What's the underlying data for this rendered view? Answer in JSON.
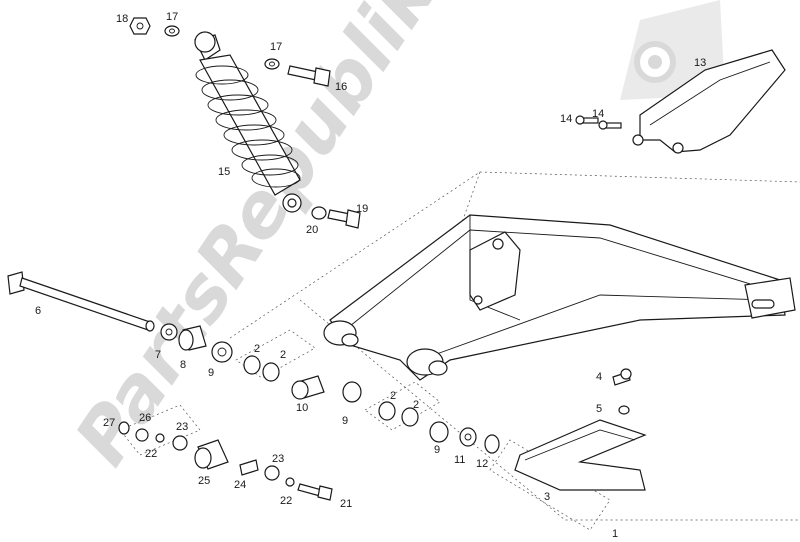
{
  "watermark": {
    "text": "PartsRepublik",
    "color": "#d9d9d9"
  },
  "logo": {
    "icon": "gear-icon",
    "color": "#d9d9d9"
  },
  "callouts": [
    {
      "id": "c18",
      "text": "18"
    },
    {
      "id": "c17a",
      "text": "17"
    },
    {
      "id": "c17b",
      "text": "17"
    },
    {
      "id": "c16",
      "text": "16"
    },
    {
      "id": "c15",
      "text": "15"
    },
    {
      "id": "c19",
      "text": "19"
    },
    {
      "id": "c20",
      "text": "20"
    },
    {
      "id": "c13",
      "text": "13"
    },
    {
      "id": "c14a",
      "text": "14"
    },
    {
      "id": "c14b",
      "text": "14"
    },
    {
      "id": "c6",
      "text": "6"
    },
    {
      "id": "c7",
      "text": "7"
    },
    {
      "id": "c8",
      "text": "8"
    },
    {
      "id": "c9a",
      "text": "9"
    },
    {
      "id": "c2a",
      "text": "2"
    },
    {
      "id": "c2b",
      "text": "2"
    },
    {
      "id": "c10",
      "text": "10"
    },
    {
      "id": "c9b",
      "text": "9"
    },
    {
      "id": "c2c",
      "text": "2"
    },
    {
      "id": "c2d",
      "text": "2"
    },
    {
      "id": "c9c",
      "text": "9"
    },
    {
      "id": "c11",
      "text": "11"
    },
    {
      "id": "c12",
      "text": "12"
    },
    {
      "id": "c4",
      "text": "4"
    },
    {
      "id": "c5",
      "text": "5"
    },
    {
      "id": "c3",
      "text": "3"
    },
    {
      "id": "c1",
      "text": "1"
    },
    {
      "id": "c27",
      "text": "27"
    },
    {
      "id": "c26",
      "text": "26"
    },
    {
      "id": "c23a",
      "text": "23"
    },
    {
      "id": "c22a",
      "text": "22"
    },
    {
      "id": "c25",
      "text": "25"
    },
    {
      "id": "c24",
      "text": "24"
    },
    {
      "id": "c23b",
      "text": "23"
    },
    {
      "id": "c22b",
      "text": "22"
    },
    {
      "id": "c21",
      "text": "21"
    }
  ]
}
